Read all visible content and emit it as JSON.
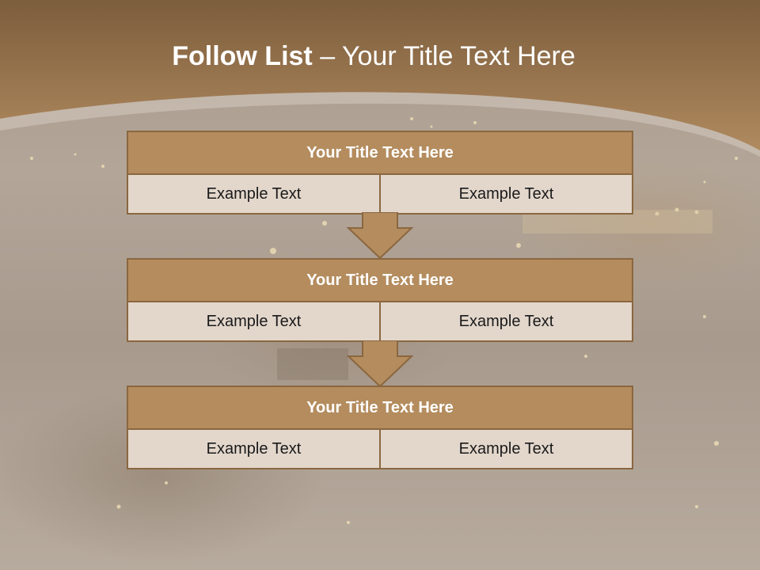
{
  "slide": {
    "title_bold": "Follow List",
    "title_rest": " – Your Title Text Here"
  },
  "stages": [
    {
      "title": "Your Title Text Here",
      "left": "Example Text",
      "right": "Example Text"
    },
    {
      "title": "Your Title Text Here",
      "left": "Example Text",
      "right": "Example Text"
    },
    {
      "title": "Your Title Text Here",
      "left": "Example Text",
      "right": "Example Text"
    }
  ],
  "colors": {
    "header_brown": "#9a7550",
    "stage_title_fill": "#b48c5e",
    "stage_row_fill": "#e3d7cc",
    "arrow_fill": "#b48c5e"
  }
}
